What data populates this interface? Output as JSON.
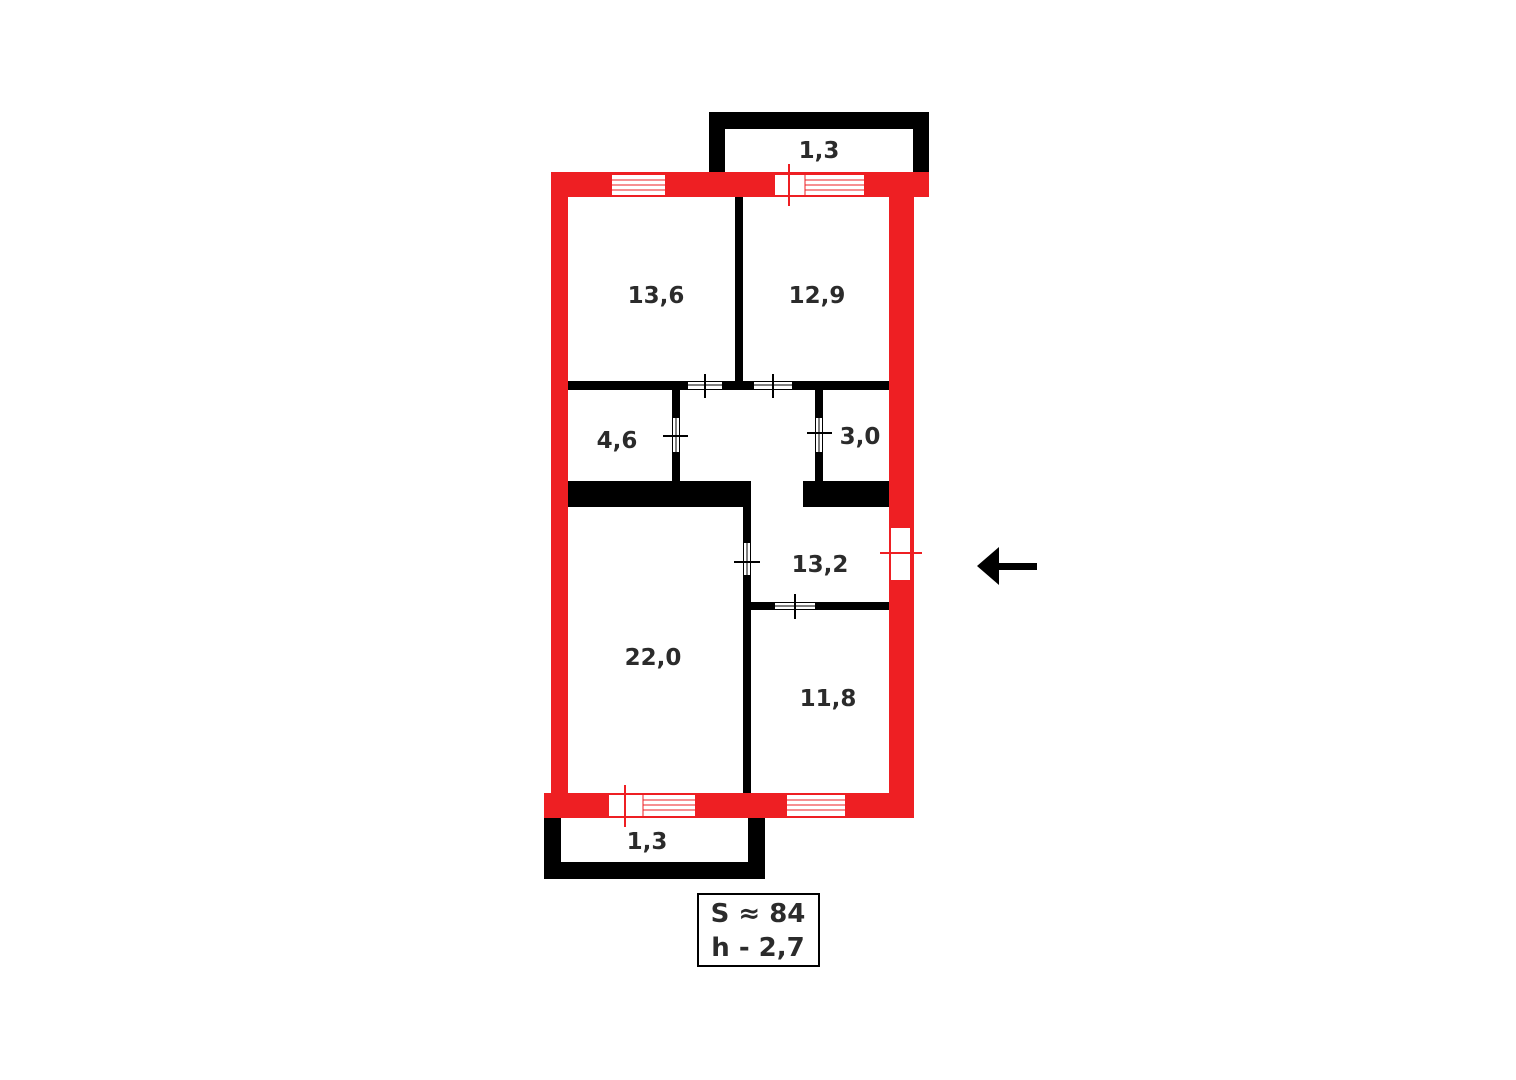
{
  "colors": {
    "exterior_wall": "#ee1f23",
    "interior_wall": "#000000",
    "text": "#2b2b2b"
  },
  "rooms": [
    {
      "id": "balcony-top",
      "area": "1,3"
    },
    {
      "id": "bedroom-top-left",
      "area": "13,6"
    },
    {
      "id": "bedroom-top-right",
      "area": "12,9"
    },
    {
      "id": "bathroom",
      "area": "4,6"
    },
    {
      "id": "toilet",
      "area": "3,0"
    },
    {
      "id": "hallway",
      "area": "13,2"
    },
    {
      "id": "living-room",
      "area": "22,0"
    },
    {
      "id": "kitchen",
      "area": "11,8"
    },
    {
      "id": "balcony-bottom",
      "area": "1,3"
    }
  ],
  "summary": {
    "total_area": "S ≈ 84",
    "ceiling_height": "h - 2,7"
  },
  "entrance_icon": "arrow-left-icon"
}
